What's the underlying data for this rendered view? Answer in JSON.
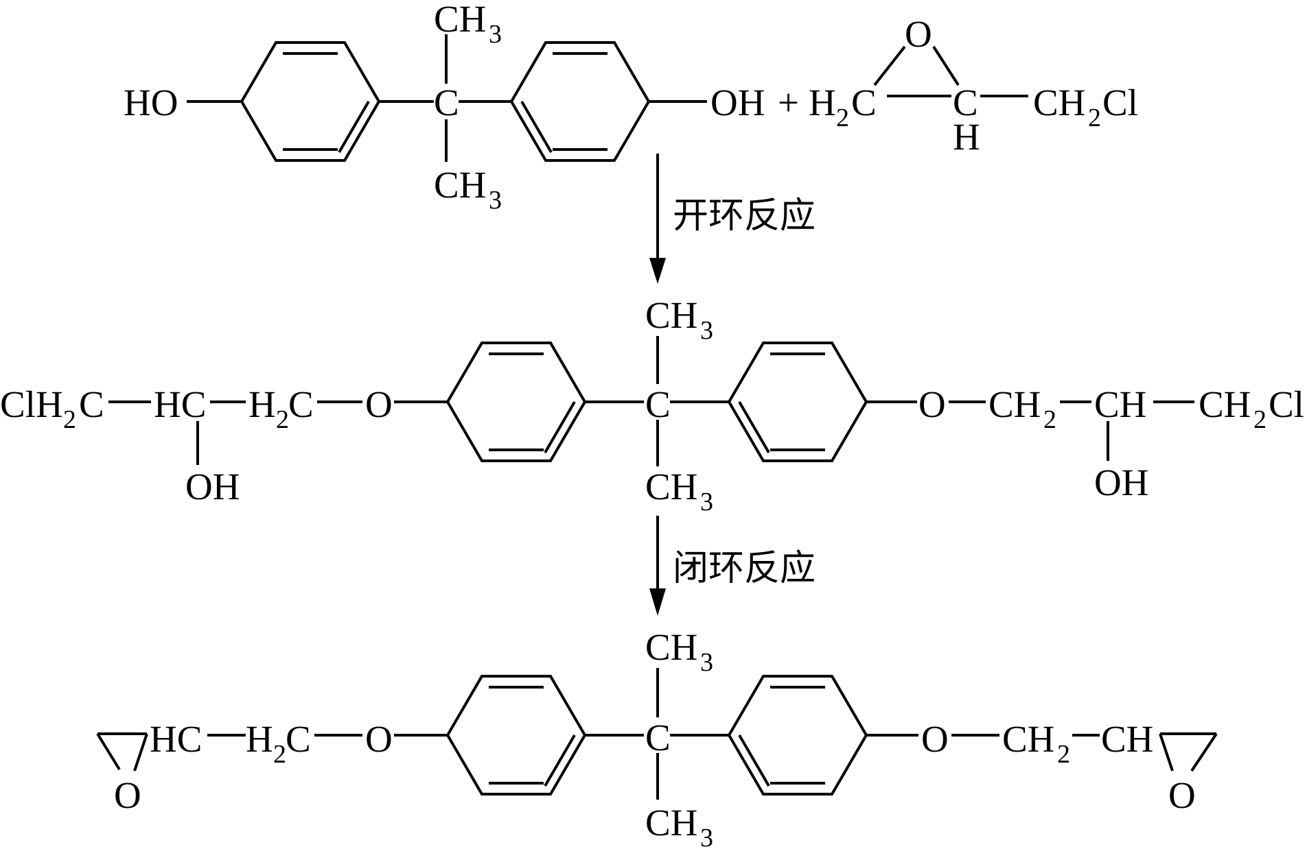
{
  "diagram": {
    "reactants": {
      "bisphenol": {
        "ho_left": "HO",
        "c_center": "C",
        "ch3_top": "CH",
        "ch3_top_sub": "3",
        "ch3_bottom": "CH",
        "ch3_bottom_sub": "3",
        "oh_right": "OH"
      },
      "plus": "+",
      "epichlorohydrin": {
        "h2c": "H",
        "h2c_sub": "2",
        "h2c_c": "C",
        "o": "O",
        "c": "C",
        "h": "H",
        "ch2cl": "CH",
        "ch2cl_sub": "2",
        "ch2cl_cl": "Cl"
      }
    },
    "step1": {
      "label": "开环反应"
    },
    "intermediate": {
      "clh2c": "ClH",
      "clh2c_sub": "2",
      "clh2c_c": "C",
      "hc": "HC",
      "oh_left": "OH",
      "h2c": "H",
      "h2c_sub": "2",
      "h2c_c": "C",
      "o_left": "O",
      "c_center": "C",
      "ch3_top": "CH",
      "ch3_top_sub": "3",
      "ch3_bottom": "CH",
      "ch3_bottom_sub": "3",
      "o_right": "O",
      "ch2": "CH",
      "ch2_sub": "2",
      "ch": "CH",
      "oh_right": "OH",
      "ch2cl": "CH",
      "ch2cl_sub": "2",
      "ch2cl_cl": "Cl"
    },
    "step2": {
      "label": "闭环反应"
    },
    "product": {
      "epoxide_o_left": "O",
      "hc": "HC",
      "h2c": "H",
      "h2c_sub": "2",
      "h2c_c": "C",
      "o_left": "O",
      "c_center": "C",
      "ch3_top": "CH",
      "ch3_top_sub": "3",
      "ch3_bottom": "CH",
      "ch3_bottom_sub": "3",
      "o_right": "O",
      "ch2": "CH",
      "ch2_sub": "2",
      "ch": "CH",
      "epoxide_o_right": "O"
    }
  }
}
